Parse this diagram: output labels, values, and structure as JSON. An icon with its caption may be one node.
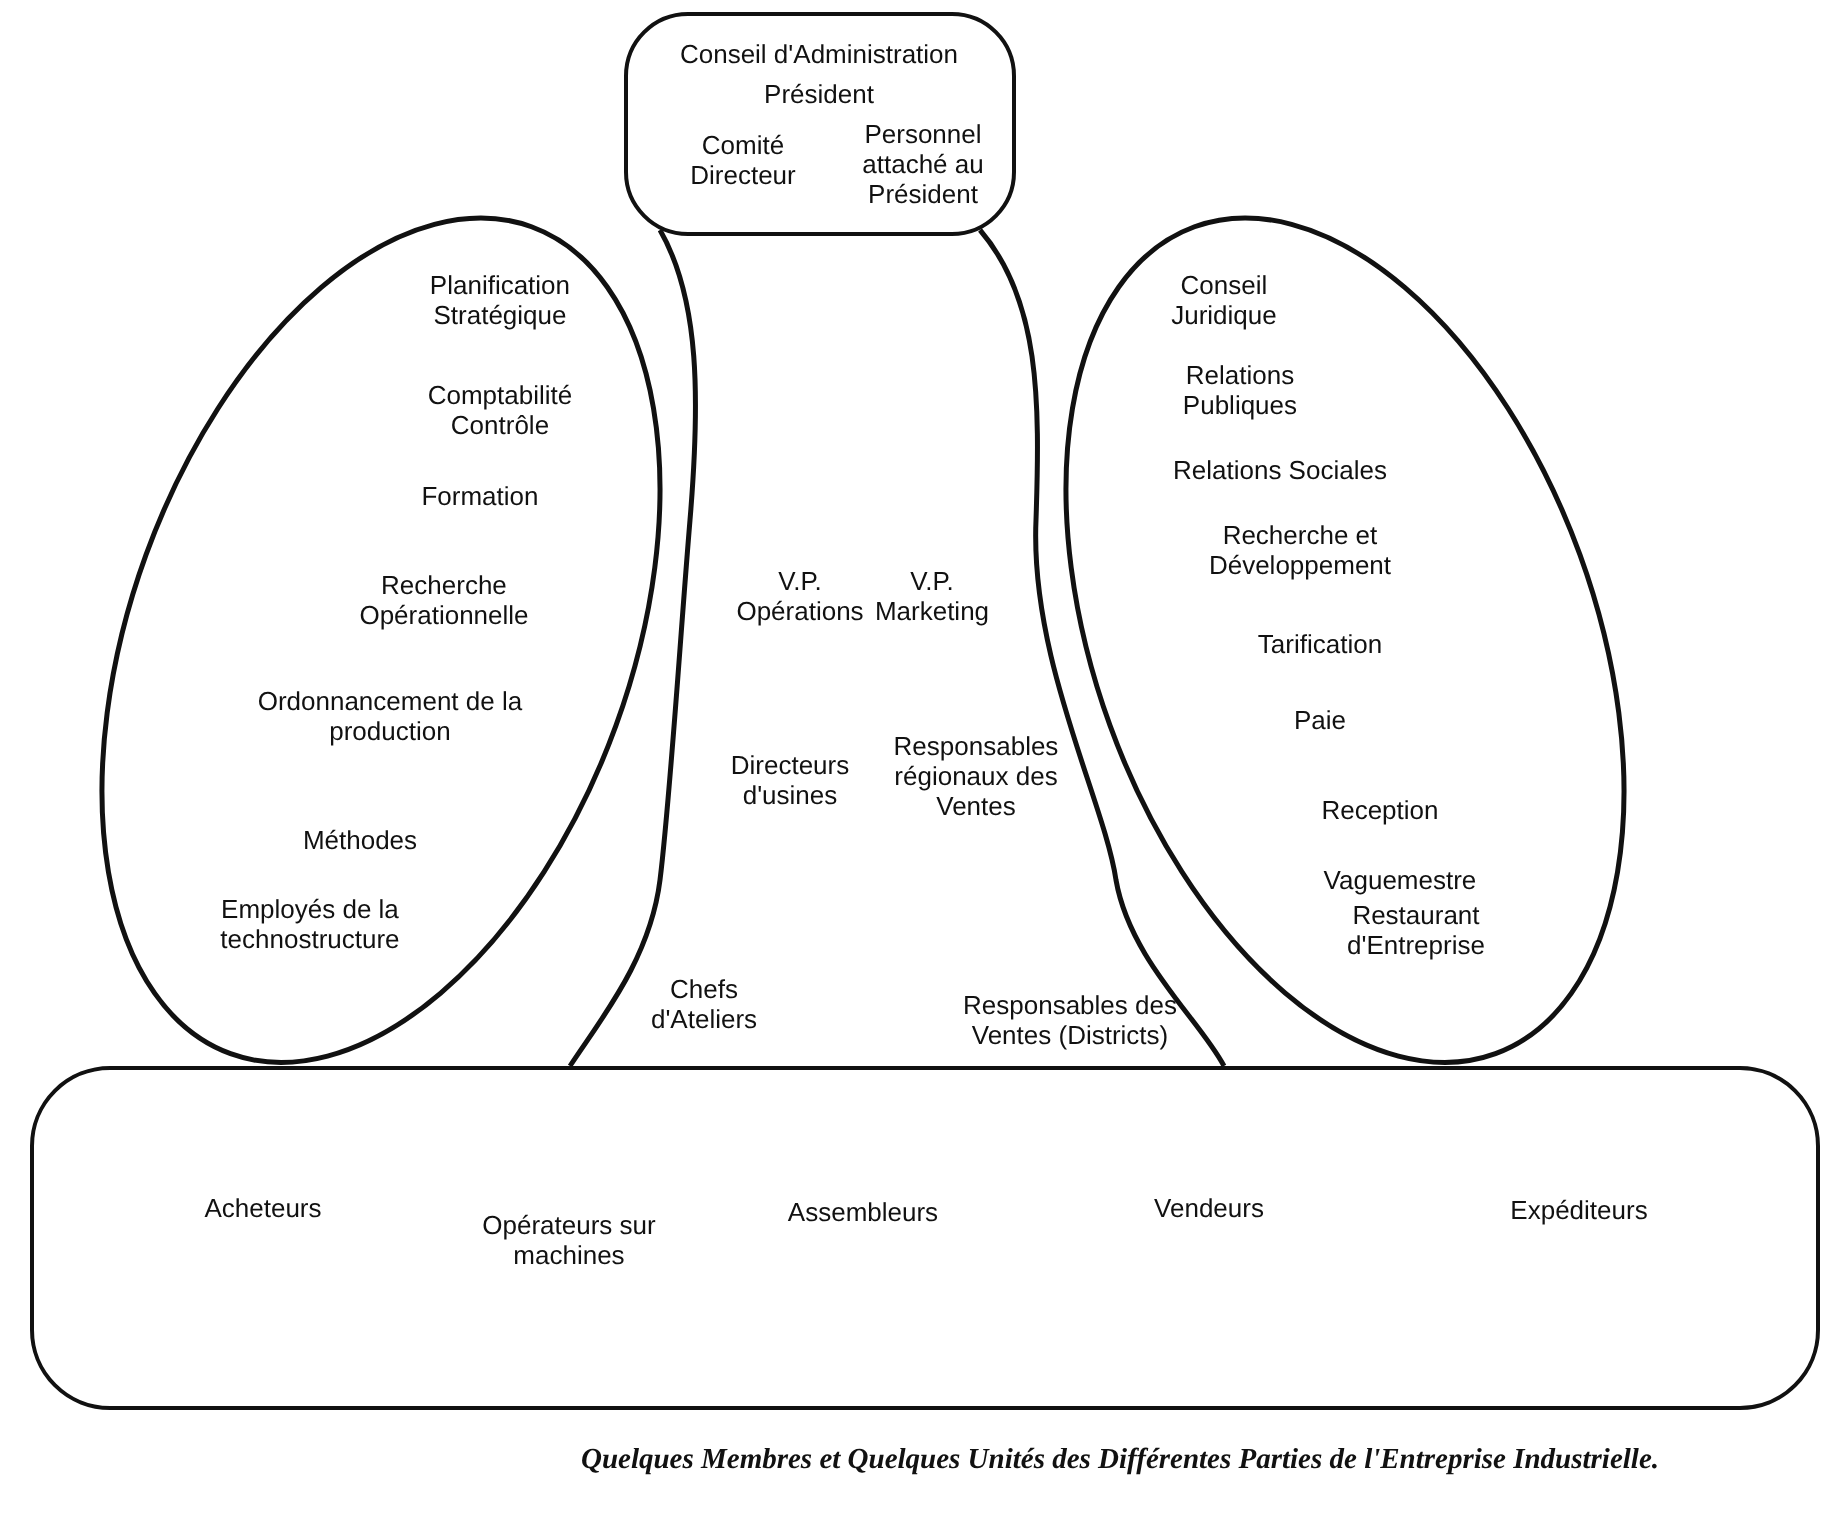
{
  "diagram": {
    "caption": "Quelques Membres et Quelques Unités des Différentes Parties de l'Entreprise Industrielle.",
    "nodes": [
      {
        "text": [
          "Conseil d'Administration",
          "Président",
          "Comité Directeur",
          "Personnel attaché au Président"
        ]
      },
      {
        "text": [
          "Planification Stratégique",
          "Comptabilité Contrôle",
          "Formation",
          "Recherche Opérationnelle",
          "Ordonnancement de la production",
          "Méthodes",
          "Employés de la technostructure"
        ]
      },
      {
        "text": [
          "Conseil Juridique",
          "Relations Publiques",
          "Relations Sociales",
          "Recherche et Développement",
          "Tarification",
          "Paie",
          "Reception",
          "Vaguemestre",
          "Restaurant d'Entreprise"
        ]
      },
      {
        "text": [
          "Acheteurs",
          "Opérateurs sur machines",
          "Assembleurs",
          "Vendeurs",
          "Expéditeurs"
        ]
      }
    ],
    "edges": [],
    "labels": [
      "V.P. Opérations",
      "V.P. Marketing",
      "Directeurs d'usines",
      "Responsables régionaux des Ventes",
      "Chefs d'Ateliers",
      "Responsables des Ventes (Districts)"
    ]
  }
}
